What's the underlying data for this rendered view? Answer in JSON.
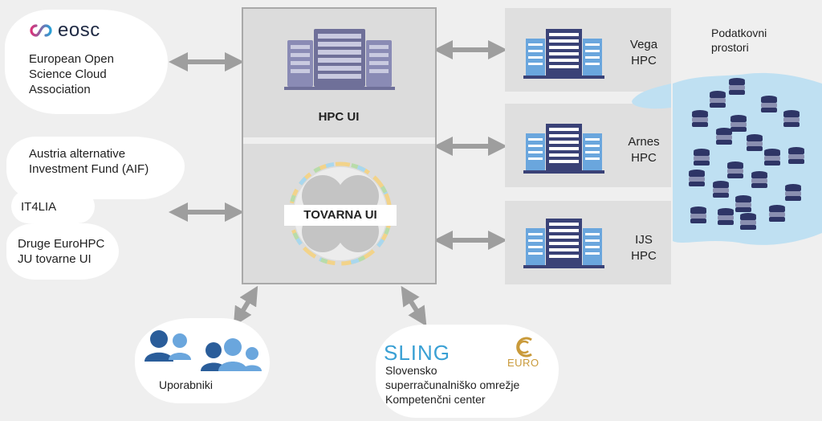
{
  "eosc": {
    "logo_text": "eosc",
    "name_lines": [
      "European Open",
      "Science Cloud",
      "Association"
    ]
  },
  "partners": {
    "aif_lines": [
      "Austria alternative",
      "Investment Fund (AIF)"
    ],
    "it4lia": "IT4LIA",
    "eurohpc_lines": [
      "Druge EuroHPC",
      "JU tovarne UI"
    ]
  },
  "center": {
    "hpc_ui": "HPC UI",
    "tovarna_ui": "TOVARNA UI"
  },
  "hpc_systems": [
    {
      "name": "Vega",
      "suffix": "HPC"
    },
    {
      "name": "Arnes",
      "suffix": "HPC"
    },
    {
      "name": "IJS",
      "suffix": "HPC"
    }
  ],
  "data_spaces": {
    "label_lines": [
      "Podatkovni",
      "prostori"
    ]
  },
  "users": {
    "label": "Uporabniki"
  },
  "sling": {
    "logo_text": "SLING",
    "euro_text": "EURO",
    "lines": [
      "Slovensko",
      "superračunalniško omrežje",
      "Kompetenčni center"
    ]
  },
  "colors": {
    "server_dark": "#3a4277",
    "server_blue": "#6aa6dd",
    "water": "#bfe0f2",
    "arrow": "#9e9e9e",
    "eosc_gradient": [
      "#d9327a",
      "#2a9fd6"
    ]
  }
}
